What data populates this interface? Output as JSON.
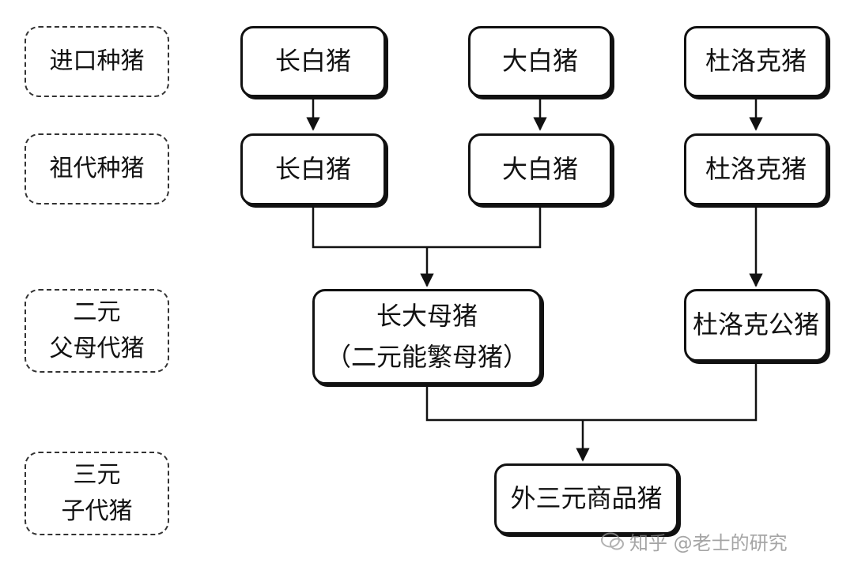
{
  "levels": [
    {
      "lines": [
        "进口种猪"
      ]
    },
    {
      "lines": [
        "祖代种猪"
      ]
    },
    {
      "lines": [
        "二元",
        "父母代猪"
      ]
    },
    {
      "lines": [
        "三元",
        "子代猪"
      ]
    }
  ],
  "nodes": {
    "import_landrace": "长白猪",
    "import_yorkshire": "大白猪",
    "import_duroc": "杜洛克猪",
    "gp_landrace": "长白猪",
    "gp_yorkshire": "大白猪",
    "gp_duroc": "杜洛克猪",
    "parent_sow": [
      "长大母猪",
      "（二元能繁母猪）"
    ],
    "parent_boar": "杜洛克公猪",
    "commercial": "外三元商品猪"
  },
  "watermark": "知乎 @老士的研究"
}
